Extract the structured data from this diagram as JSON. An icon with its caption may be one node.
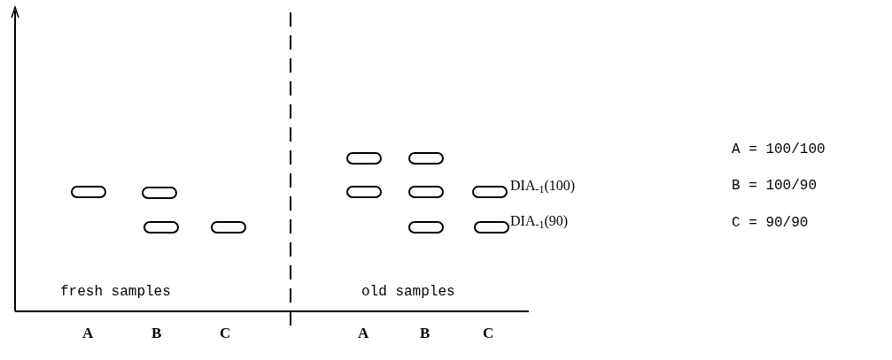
{
  "diagram": {
    "labels": [
      "DIA$_{-1}$(100)",
      "DIA$_{-1}$(90)",
      "A = 100/100",
      "B = 100/90",
      "C = 90/90",
      "fresh samples",
      "old samples",
      "A",
      "B",
      "C",
      "A",
      "B",
      "C"
    ]
  }
}
